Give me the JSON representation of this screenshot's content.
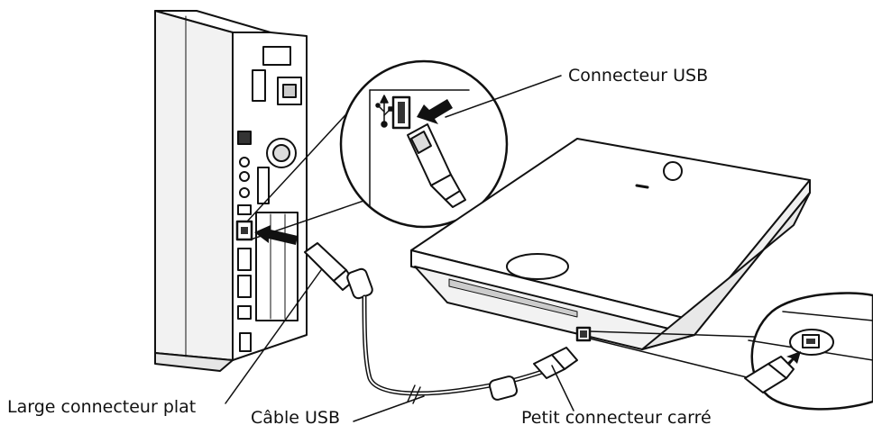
{
  "labels": {
    "usb_connector": "Connecteur USB",
    "flat_connector": "Large connecteur plat",
    "usb_cable": "Câble USB",
    "square_connector": "Petit connecteur carré"
  },
  "colors": {
    "line": "#111111",
    "fill": "#ffffff",
    "shade": "#d9d9d9"
  },
  "icons": [
    "usb-symbol-icon",
    "arrow-icon"
  ]
}
